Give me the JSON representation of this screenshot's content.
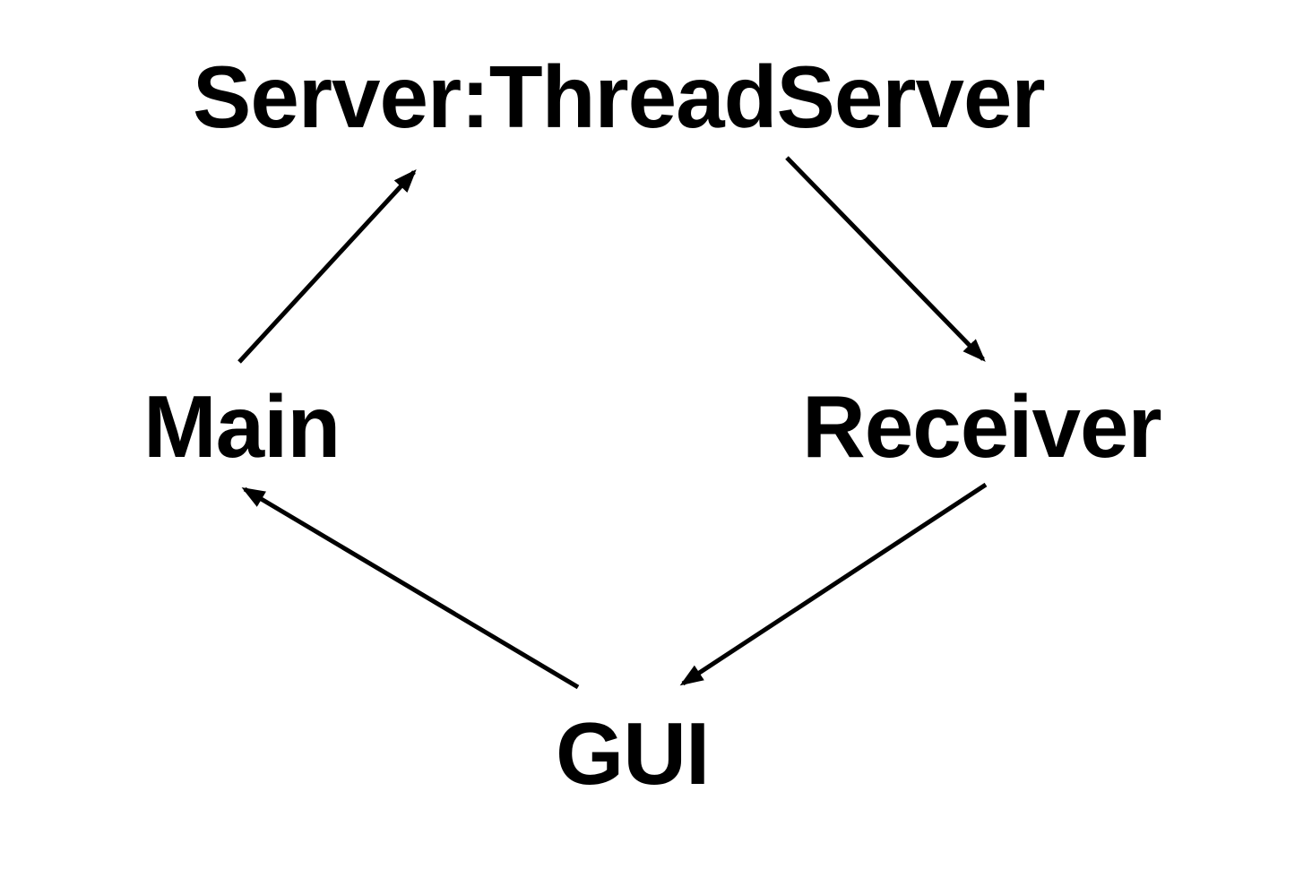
{
  "diagram": {
    "type": "directed-graph",
    "background_color": "#ffffff",
    "line_color": "#000000",
    "text_color": "#000000",
    "nodes": {
      "server": {
        "label": "Server:ThreadServer"
      },
      "main": {
        "label": "Main"
      },
      "receiver": {
        "label": "Receiver"
      },
      "gui": {
        "label": "GUI"
      }
    },
    "edges": [
      {
        "from": "Main",
        "to": "Server:ThreadServer"
      },
      {
        "from": "Server:ThreadServer",
        "to": "Receiver"
      },
      {
        "from": "Receiver",
        "to": "GUI"
      },
      {
        "from": "GUI",
        "to": "Main"
      }
    ]
  }
}
